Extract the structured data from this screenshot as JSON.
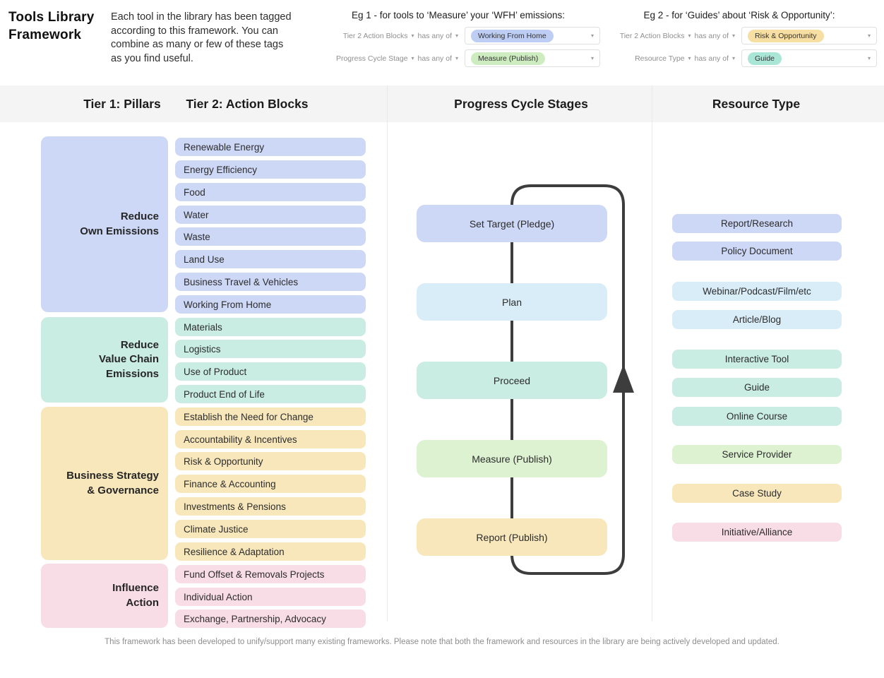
{
  "header": {
    "title": "Tools Library Framework",
    "description": "Each tool in the library has been tagged according to this framework. You can combine as many or few of these tags as you find useful.",
    "examples": [
      {
        "heading": "Eg 1 - for tools to ‘Measure’ your ‘WFH’ emissions:",
        "filters": [
          {
            "field": "Tier 2 Action Blocks",
            "operator": "has any of",
            "value": "Working From Home",
            "value_color": "#bdcdf3"
          },
          {
            "field": "Progress Cycle Stage",
            "operator": "has any of",
            "value": "Measure (Publish)",
            "value_color": "#cdecbf"
          }
        ]
      },
      {
        "heading": "Eg 2 - for ‘Guides’ about ‘Risk & Opportunity’:",
        "filters": [
          {
            "field": "Tier 2 Action Blocks",
            "operator": "has any of",
            "value": "Risk & Opportunity",
            "value_color": "#f7dfa3"
          },
          {
            "field": "Resource Type",
            "operator": "has any of",
            "value": "Guide",
            "value_color": "#aae6d5"
          }
        ]
      }
    ]
  },
  "column_headers": {
    "tier1": "Tier 1: Pillars",
    "tier2": "Tier 2: Action Blocks",
    "progress": "Progress Cycle Stages",
    "resource": "Resource Type"
  },
  "pillars": [
    {
      "lines": [
        "Reduce",
        "Own Emissions"
      ],
      "color": "#cdd7f6",
      "action_blocks": [
        "Renewable Energy",
        "Energy Efficiency",
        "Food",
        "Water",
        "Waste",
        "Land Use",
        "Business Travel & Vehicles",
        "Working From Home"
      ]
    },
    {
      "lines": [
        "Reduce",
        "Value Chain",
        "Emissions"
      ],
      "color": "#c9ece3",
      "action_blocks": [
        "Materials",
        "Logistics",
        "Use of Product",
        "Product End of Life"
      ]
    },
    {
      "lines": [
        "Business Strategy",
        "& Governance"
      ],
      "color": "#f7e7bb",
      "action_blocks": [
        "Establish the Need for Change",
        "Accountability & Incentives",
        "Risk & Opportunity",
        "Finance & Accounting",
        "Investments & Pensions",
        "Climate Justice",
        "Resilience & Adaptation"
      ]
    },
    {
      "lines": [
        "Influence",
        "Action"
      ],
      "color": "#f8dce6",
      "action_blocks": [
        "Fund Offset & Removals Projects",
        "Individual Action",
        "Exchange, Partnership, Advocacy"
      ]
    }
  ],
  "progress_stages": [
    {
      "label": "Set Target (Pledge)",
      "color": "#cdd7f6"
    },
    {
      "label": "Plan",
      "color": "#d9edf8"
    },
    {
      "label": "Proceed",
      "color": "#c9ece3"
    },
    {
      "label": "Measure (Publish)",
      "color": "#dcf2d0"
    },
    {
      "label": "Report (Publish)",
      "color": "#f7e7bb"
    }
  ],
  "resource_types": [
    {
      "label": "Report/Research",
      "color": "#cdd7f6"
    },
    {
      "label": "Policy Document",
      "color": "#cdd7f6"
    },
    {
      "label": "Webinar/Podcast/Film/etc",
      "color": "#d9edf8"
    },
    {
      "label": "Article/Blog",
      "color": "#d9edf8"
    },
    {
      "label": "Interactive Tool",
      "color": "#c9ece3"
    },
    {
      "label": "Guide",
      "color": "#c9ece3"
    },
    {
      "label": "Online Course",
      "color": "#c9ece3"
    },
    {
      "label": "Service Provider",
      "color": "#dcf2d0"
    },
    {
      "label": "Case Study",
      "color": "#f7e7bb"
    },
    {
      "label": "Initiative/Alliance",
      "color": "#f8dce6"
    }
  ],
  "icons": {
    "dropdown_caret": "▾"
  },
  "cycle": {
    "line_color": "#3d3d3d",
    "direction": "loop-upward-return"
  },
  "footer": "This framework has been developed to unify/support many existing frameworks. Please note that both the framework and resources in the library are being actively developed and updated."
}
